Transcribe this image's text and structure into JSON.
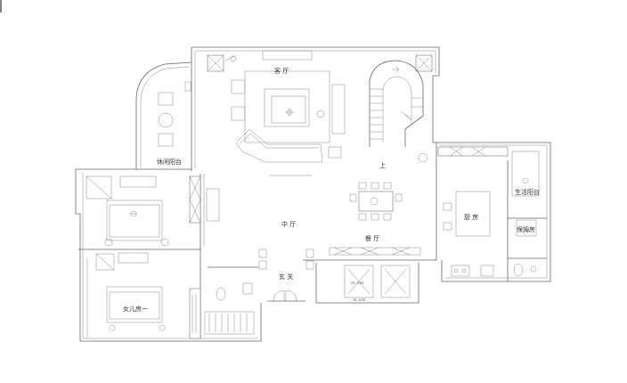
{
  "rooms": {
    "living_room": "客 厅",
    "leisure_balcony": "休闲阳台",
    "middle_hall": "中 厅",
    "dining_room": "餐 厅",
    "stair_up": "上",
    "kitchen": "厨 房",
    "service_balcony": "生活阳台",
    "nanny_room": "保姆房",
    "foyer": "玄 关",
    "daughter_room": "女儿房一"
  },
  "elevator_labels": {
    "top": "CB-2CMI",
    "bottom": "CB-2CMI"
  }
}
